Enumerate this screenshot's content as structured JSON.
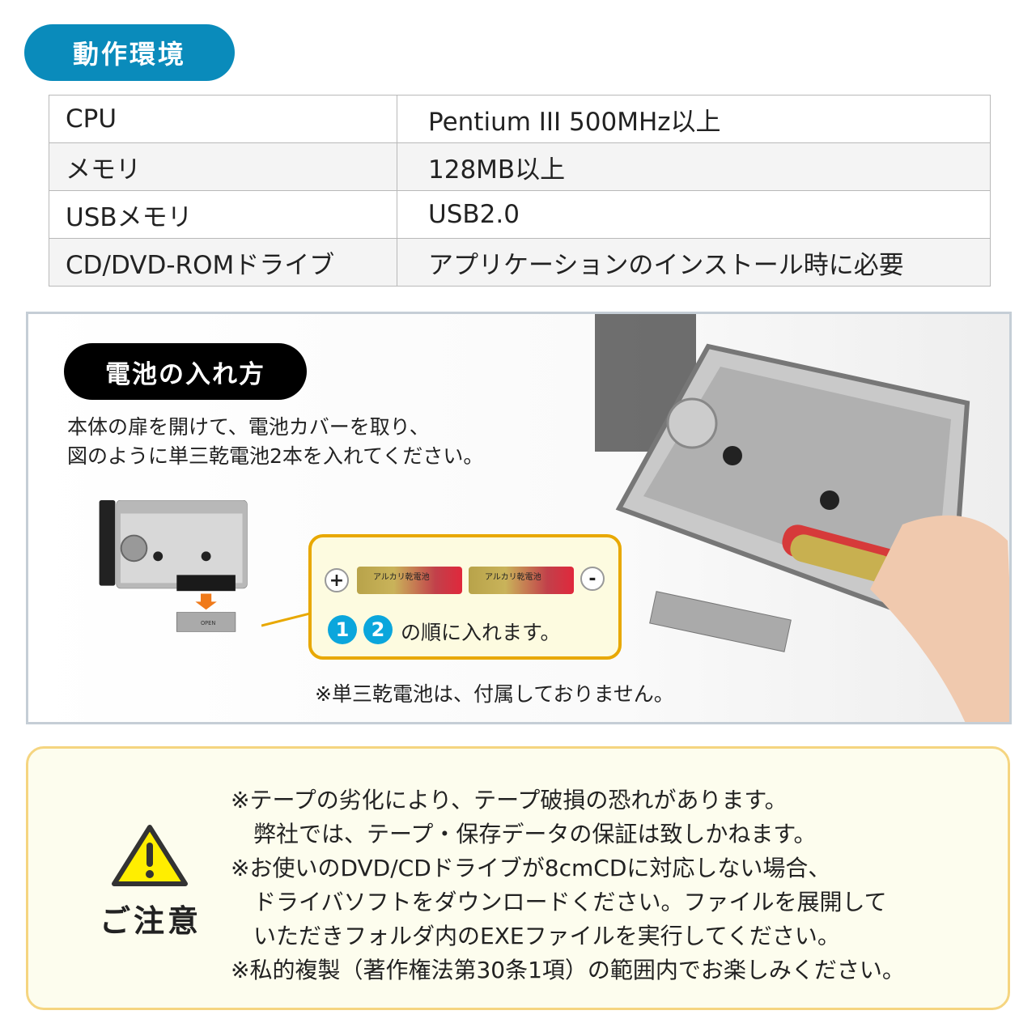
{
  "environment": {
    "title": "動作環境",
    "rows": [
      {
        "label": "CPU",
        "value": "Pentium III 500MHz以上"
      },
      {
        "label": "メモリ",
        "value": "128MB以上"
      },
      {
        "label": "USBメモリ",
        "value": "USB2.0"
      },
      {
        "label": "CD/DVD-ROMドライブ",
        "value": "アプリケーションのインストール時に必要"
      }
    ]
  },
  "battery": {
    "title": "電池の入れ方",
    "instruction_line1": "本体の扉を開けて、電池カバーを取り、",
    "instruction_line2": "図のように単三乾電池2本を入れてください。",
    "plus": "+",
    "minus": "-",
    "battery_label": "アルカリ乾電池",
    "order_numbers": [
      "1",
      "2"
    ],
    "order_text": "の順に入れます。",
    "cover_label": "OPEN",
    "note": "※単三乾電池は、付属しておりません。"
  },
  "caution": {
    "title": "ご注意",
    "lines": [
      "※テープの劣化により、テープ破損の恐れがあります。",
      "　弊社では、テープ・保存データの保証は致しかねます。",
      "※お使いのDVD/CDドライブが8cmCDに対応しない場合、",
      "　ドライバソフトをダウンロードください。ファイルを展開して",
      "　いただきフォルダ内のEXEファイルを実行してください。",
      "※私的複製（著作権法第30条1項）の範囲内でお楽しみください。"
    ]
  },
  "colors": {
    "env_pill": "#0a8bbb",
    "callout_border": "#e8a800",
    "caution_border": "#f5d580",
    "warning_yellow": "#ffee00"
  }
}
